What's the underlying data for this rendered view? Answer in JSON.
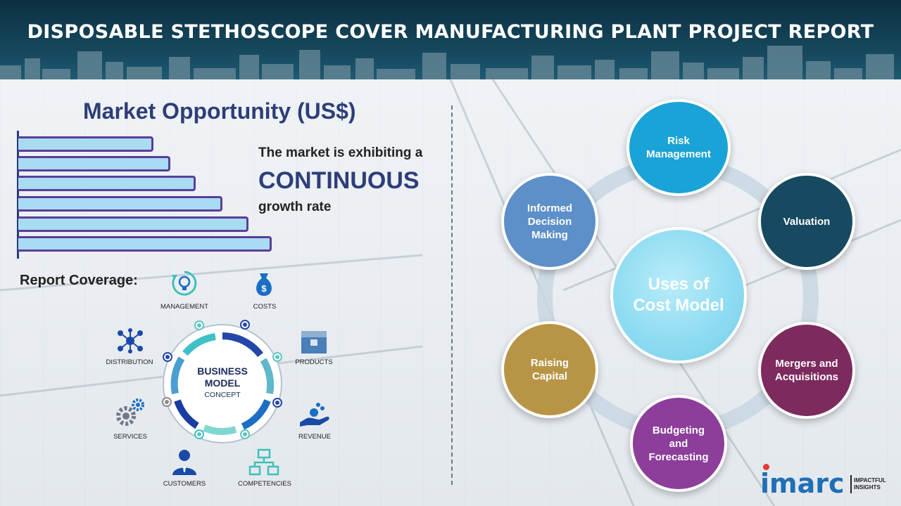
{
  "header": {
    "title": "DISPOSABLE STETHOSCOPE COVER MANUFACTURING PLANT PROJECT REPORT"
  },
  "market": {
    "title": "Market Opportunity (US$)",
    "line1": "The market is exhibiting a",
    "line2": "CONTINUOUS",
    "line3": "growth rate"
  },
  "report_coverage": {
    "title": "Report Coverage:",
    "center_line1": "BUSINESS",
    "center_line2": "MODEL",
    "center_line3": "CONCEPT",
    "items": [
      {
        "label": "MANAGEMENT",
        "icon": "management-icon"
      },
      {
        "label": "COSTS",
        "icon": "costs-icon"
      },
      {
        "label": "DISTRIBUTION",
        "icon": "distribution-icon"
      },
      {
        "label": "PRODUCTS",
        "icon": "products-icon"
      },
      {
        "label": "SERVICES",
        "icon": "services-icon"
      },
      {
        "label": "REVENUE",
        "icon": "revenue-icon"
      },
      {
        "label": "CUSTOMERS",
        "icon": "customers-icon"
      },
      {
        "label": "COMPETENCIES",
        "icon": "competencies-icon"
      }
    ]
  },
  "cost_model": {
    "center_line1": "Uses of",
    "center_line2": "Cost Model",
    "nodes": [
      {
        "line1": "Risk",
        "line2": "Management",
        "line3": "",
        "color": "#1aa3d6"
      },
      {
        "line1": "Valuation",
        "line2": "",
        "line3": "",
        "color": "#174a60"
      },
      {
        "line1": "Mergers and",
        "line2": "Acquisitions",
        "line3": "",
        "color": "#7d2a5e"
      },
      {
        "line1": "Budgeting",
        "line2": "and",
        "line3": "Forecasting",
        "color": "#8c3e9a"
      },
      {
        "line1": "Raising",
        "line2": "Capital",
        "line3": "",
        "color": "#b79545"
      },
      {
        "line1": "Informed",
        "line2": "Decision",
        "line3": "Making",
        "color": "#5d8fc9"
      }
    ]
  },
  "logo": {
    "name": "imarc",
    "tag_line1": "IMPACTFUL",
    "tag_line2": "INSIGHTS"
  },
  "colors": {
    "header_bg": "#174a60",
    "title_blue": "#2d3e79",
    "bar_fill": "#a7dcf3",
    "bar_border": "#5a3e99",
    "logo_blue": "#1f6fb5"
  }
}
